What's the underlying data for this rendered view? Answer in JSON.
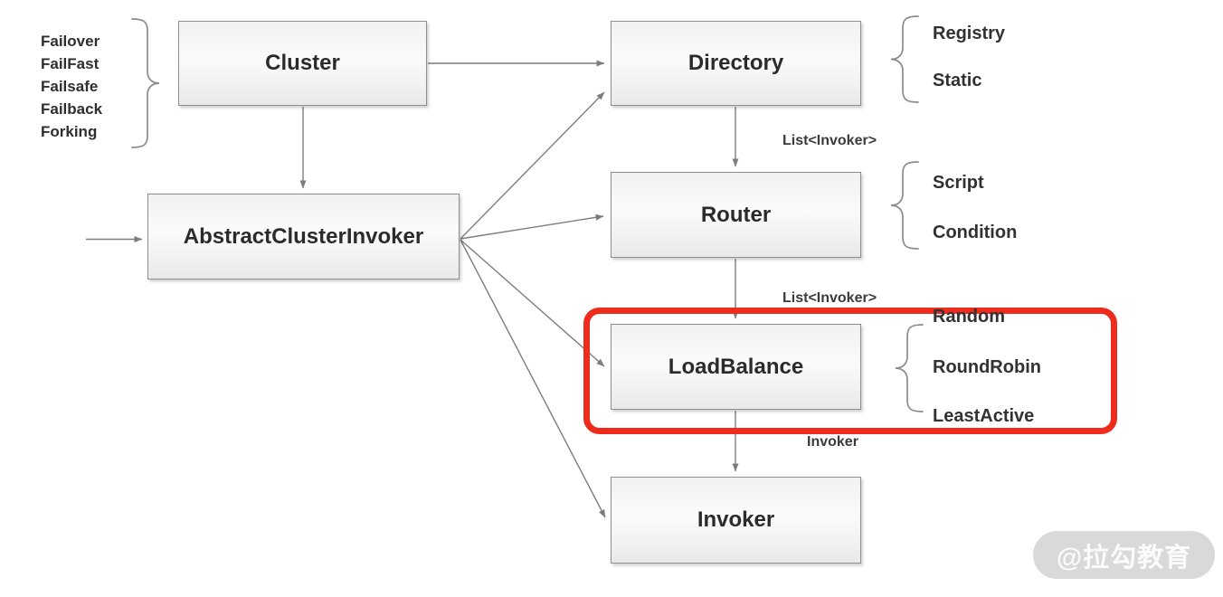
{
  "diagram": {
    "nodes": {
      "cluster": "Cluster",
      "directory": "Directory",
      "router": "Router",
      "loadbalance": "LoadBalance",
      "invoker": "Invoker",
      "abstract_cluster_invoker": "AbstractClusterInvoker"
    },
    "cluster_strategies": [
      "Failover",
      "FailFast",
      "Failsafe",
      "Failback",
      "Forking"
    ],
    "directory_types": [
      "Registry",
      "Static"
    ],
    "router_types": [
      "Script",
      "Condition"
    ],
    "loadbalance_types": [
      "Random",
      "RoundRobin",
      "LeastActive"
    ],
    "edge_labels": {
      "directory_to_router": "List<Invoker>",
      "router_to_loadbalance": "List<Invoker>",
      "loadbalance_to_invoker": "Invoker"
    },
    "watermark": "@拉勾教育",
    "colors": {
      "highlight_red": "#ee2b1c",
      "box_border": "#8f8f8f",
      "wire_gray": "#7d7d7d"
    }
  }
}
